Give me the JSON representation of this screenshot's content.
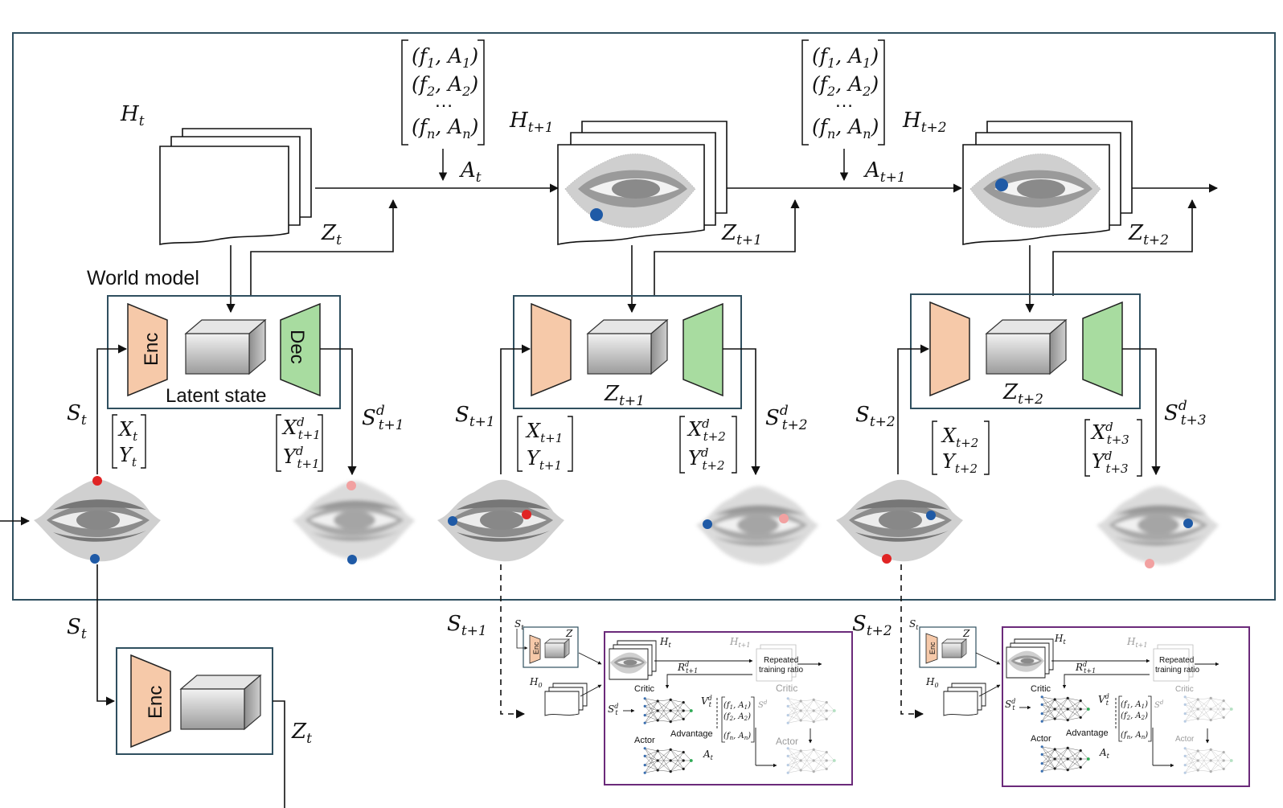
{
  "labels": {
    "world_model": "World model",
    "latent_state": "Latent state",
    "enc": "Enc",
    "dec": "Dec",
    "ellipsis": "…"
  },
  "actions_matrix": {
    "rows": [
      "(f1, A1)",
      "(f2, A2)",
      "…",
      "(fn, An)"
    ]
  },
  "steps": [
    {
      "history": "Ht",
      "action": "At",
      "latent": "Zt",
      "state": "St",
      "state_decoded": "Sd t+1",
      "coords": [
        "Xt",
        "Yt"
      ],
      "coords_decoded": [
        "Xd t+1",
        "Yd t+1"
      ]
    },
    {
      "history": "Ht+1",
      "action": "At+1",
      "latent": "Zt+1",
      "state": "St+1",
      "state_decoded": "Sd t+2",
      "coords": [
        "Xt+1",
        "Yt+1"
      ],
      "coords_decoded": [
        "Xd t+2",
        "Yd t+2"
      ]
    },
    {
      "history": "Ht+2",
      "latent": "Zt+2",
      "state": "St+2",
      "state_decoded": "Sd t+3",
      "coords": [
        "Xt+2",
        "Yt+2"
      ],
      "coords_decoded": [
        "Xd t+3",
        "Yd t+3"
      ]
    }
  ],
  "lower": {
    "state": "St",
    "latent": "Zt",
    "dashed_state_1": "St+1",
    "dashed_state_2": "St+2"
  },
  "inset": {
    "critic": "Critic",
    "actor": "Actor",
    "advantage": "Advantage",
    "repeated_ratio": "Repeated training ratio",
    "ht": "Ht",
    "ht1": "Ht+1",
    "h0": "H0",
    "rd": "Rdt+1",
    "vd": "Vdt",
    "sd": "Sdt",
    "at": "At",
    "st": "St",
    "z": "Z"
  },
  "colors": {
    "frame": "#2f4f5f",
    "encoder": "#f6c9a9",
    "decoder": "#a8dca0",
    "inset_border": "#6b2a7a",
    "dot_red": "#e02424",
    "dot_blue": "#1f5aa6"
  }
}
